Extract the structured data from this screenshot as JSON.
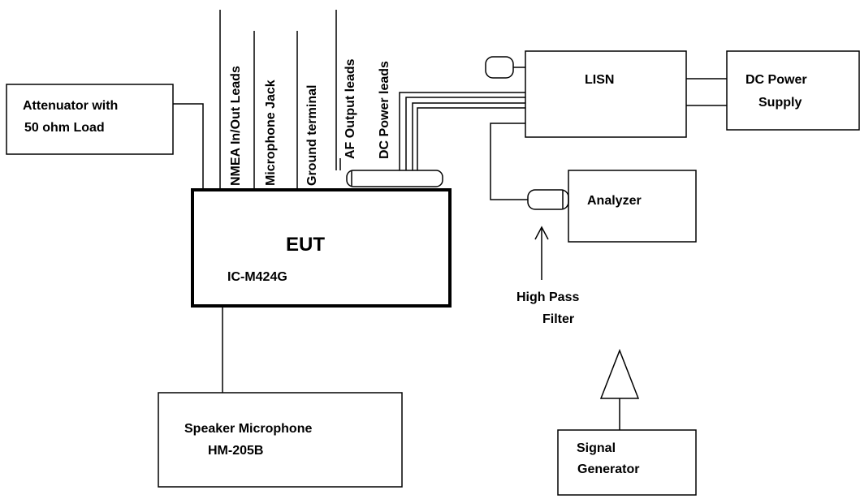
{
  "blocks": {
    "attenuator": {
      "line1": "Attenuator with",
      "line2": "50 ohm Load"
    },
    "eut": {
      "title": "EUT",
      "model": "IC-M424G"
    },
    "lisn": {
      "label": "LISN"
    },
    "dc_power_supply": {
      "line1": "DC Power",
      "line2": "Supply"
    },
    "analyzer": {
      "label": "Analyzer"
    },
    "speaker_microphone": {
      "line1": "Speaker Microphone",
      "line2": "HM-205B"
    },
    "signal_generator": {
      "line1": "Signal",
      "line2": "Generator"
    }
  },
  "leads": {
    "nmea": "NMEA In/Out Leads",
    "microphone_jack": "Microphone Jack",
    "ground_terminal": "Ground terminal",
    "af_output": "AF Output leads",
    "dc_power": "DC Power leads"
  },
  "high_pass_filter": {
    "line1": "High Pass",
    "line2": "Filter"
  }
}
